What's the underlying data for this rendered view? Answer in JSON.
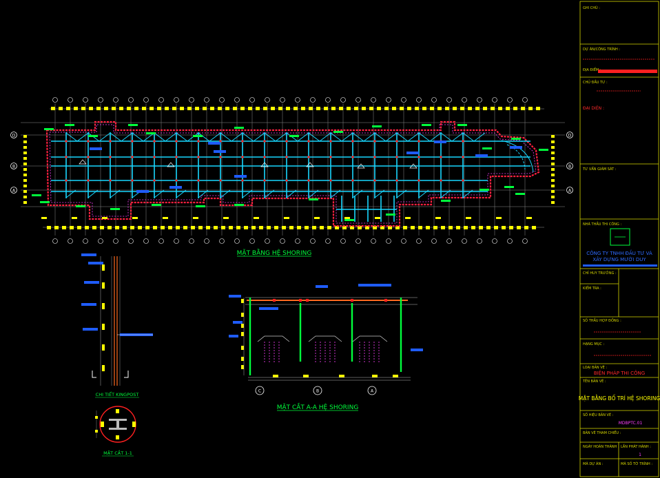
{
  "drawing": {
    "plan_title": "MẶT BẰNG HỆ SHORING",
    "section_title": "MẶT CẮT A-A HỆ SHORING",
    "kingpost_title": "CHI TIẾT KINGPOST",
    "section11_title": "MẶT CẮT 1-1",
    "row_labels": [
      "D",
      "B",
      "A"
    ],
    "row_labels_right": [
      "D",
      "B",
      "A"
    ],
    "section_axis_labels": [
      "C",
      "B",
      "A"
    ]
  },
  "title_block": {
    "ghi_chu": "GHI CHÚ :",
    "du_an": "DỰ ÁN/CÔNG TRÌNH :",
    "dia_diem": "ĐỊA ĐIỂM :",
    "chu_dau_tu": "CHỦ ĐẦU TƯ :",
    "dai_dien": "ĐẠI DIỆN :",
    "tu_van": "TƯ VẤN GIÁM SÁT :",
    "nha_thau": "NHÀ THẦU THI CÔNG :",
    "company_line1": "CÔNG TY TNHH ĐẦU TƯ VÀ",
    "company_line2": "XÂY DỰNG MƯỜI DUY",
    "chi_huy": "CHỈ HUY TRƯỞNG :",
    "kiem_tra": "KIỂM TRA :",
    "so_thau": "SỐ THẦU HỢP ĐỒNG :",
    "hang_muc": "HẠNG MỤC :",
    "loai_ban_ve": "LOẠI BẢN VẼ :",
    "loai_ban_ve_value": "BIỆN PHÁP THI CÔNG",
    "ten_ban_ve": "TÊN BẢN VẼ :",
    "ten_ban_ve_value": "MẶT BẰNG BỐ TRÍ HỆ SHORING",
    "so_hieu": "SỐ HIỆU BẢN VẼ :",
    "so_hieu_value": "MDBPTC.01",
    "tham_chieu": "BẢN VẼ THAM CHIẾU :",
    "ngay": "NGÀY HOÀN THÀNH :",
    "lan_phat_hanh": "LẦN PHÁT HÀNH :",
    "lan_value": "1",
    "ma_du_an": "MÃ DỰ ÁN :",
    "ma_so": "MÃ SỐ TỜ TRÌNH :"
  },
  "colors": {
    "background": "#000000",
    "cad_yellow": "#ffff00",
    "cad_cyan": "#00e5ff",
    "cad_red": "#ff2020",
    "cad_magenta": "#ff40ff",
    "cad_green": "#00ff3c",
    "cad_blue": "#1f5cff",
    "title_border": "#d8d800"
  },
  "icons": {
    "logo": "company-logo-icon",
    "axis_bubble": "grid-axis-bubble-icon"
  }
}
